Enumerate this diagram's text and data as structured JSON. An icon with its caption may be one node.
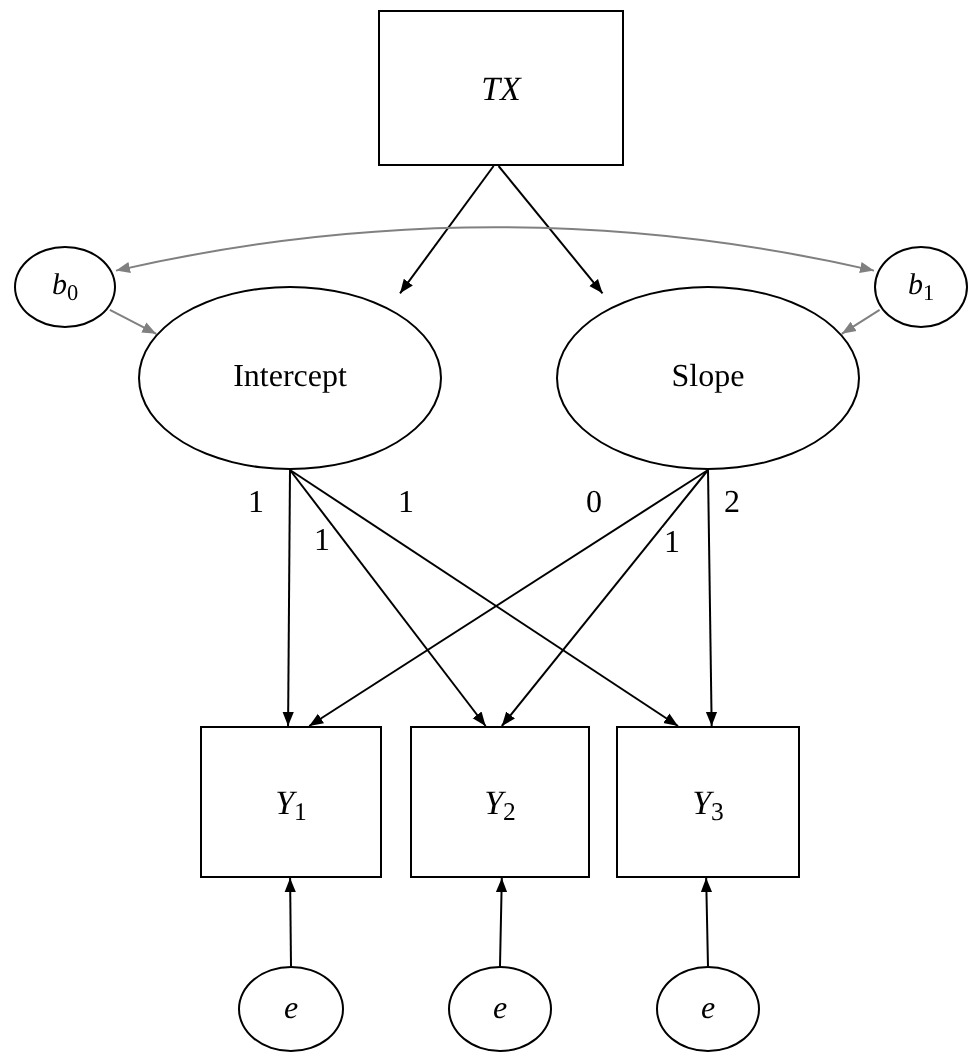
{
  "diagram": {
    "nodes": [
      {
        "text": [
          "TX"
        ]
      },
      {
        "text": [
          "*b*$_{0}$"
        ]
      },
      {
        "text": [
          "*b*$_{1}$"
        ]
      },
      {
        "text": [
          "Intercept"
        ]
      },
      {
        "text": [
          "Slope"
        ]
      },
      {
        "text": [
          "*Y*$_{1}$"
        ]
      },
      {
        "text": [
          "*Y*$_{2}$"
        ]
      },
      {
        "text": [
          "*Y*$_{3}$"
        ]
      },
      {
        "text": [
          "e"
        ]
      },
      {
        "text": [
          "e"
        ]
      },
      {
        "text": [
          "e"
        ]
      }
    ],
    "edges": [
      {
        "from": 0,
        "to": 3,
        "arrow": "to"
      },
      {
        "from": 0,
        "to": 4,
        "arrow": "to"
      },
      {
        "from": 1,
        "to": 2,
        "arrow": "both",
        "color": "#808080"
      },
      {
        "from": 1,
        "to": 3,
        "arrow": "to",
        "color": "#808080"
      },
      {
        "from": 2,
        "to": 4,
        "arrow": "to",
        "color": "#808080"
      },
      {
        "from": 3,
        "to": 5,
        "arrow": "to",
        "label": "1"
      },
      {
        "from": 3,
        "to": 6,
        "arrow": "to",
        "label": "1"
      },
      {
        "from": 3,
        "to": 7,
        "arrow": "to",
        "label": "1"
      },
      {
        "from": 4,
        "to": 5,
        "arrow": "to",
        "label": "0"
      },
      {
        "from": 4,
        "to": 6,
        "arrow": "to",
        "label": "1"
      },
      {
        "from": 4,
        "to": 7,
        "arrow": "to",
        "label": "2"
      },
      {
        "from": 8,
        "to": 5,
        "arrow": "to"
      },
      {
        "from": 9,
        "to": 6,
        "arrow": "to"
      },
      {
        "from": 10,
        "to": 7,
        "arrow": "to"
      }
    ]
  }
}
